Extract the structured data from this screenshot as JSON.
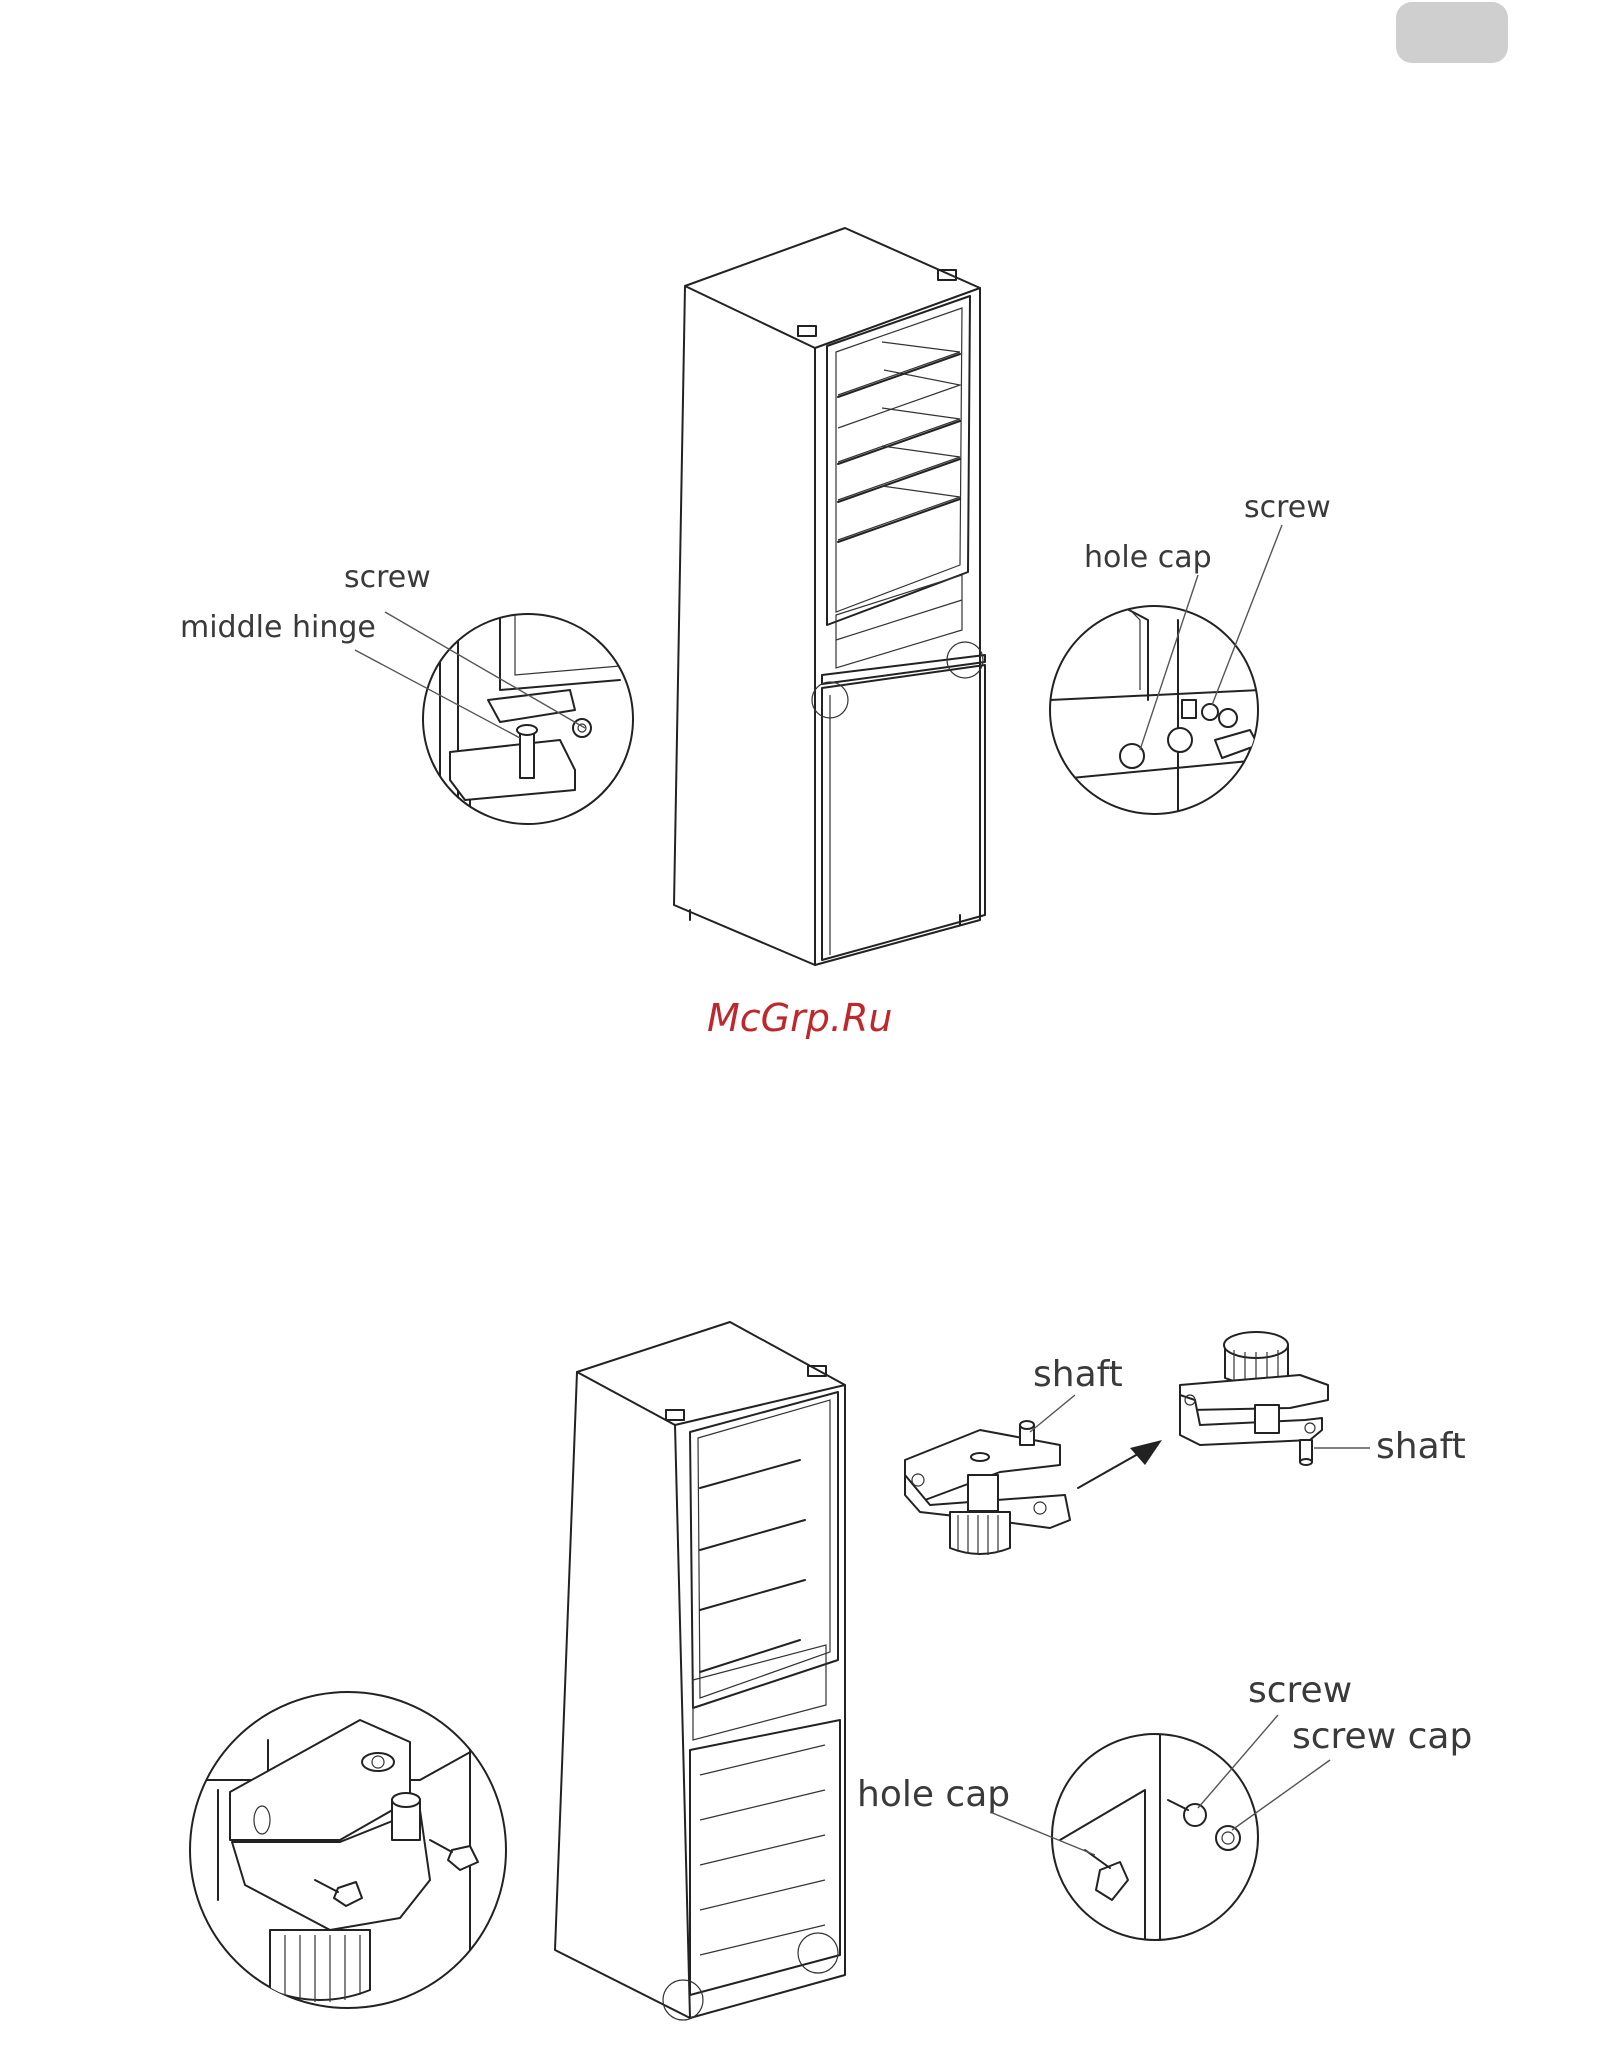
{
  "watermark": "McGrp.Ru",
  "figure_top": {
    "labels": {
      "screw_left": "screw",
      "middle_hinge": "middle hinge",
      "hole_cap": "hole cap",
      "screw_right": "screw"
    }
  },
  "figure_bottom": {
    "labels": {
      "shaft_1": "shaft",
      "shaft_2": "shaft",
      "screw": "screw",
      "screw_cap": "screw cap",
      "hole_cap": "hole cap"
    }
  },
  "colors": {
    "line": "#222222",
    "label": "#3a3a3a",
    "watermark": "#c0272d",
    "page_tab": "#cfcfcf"
  }
}
